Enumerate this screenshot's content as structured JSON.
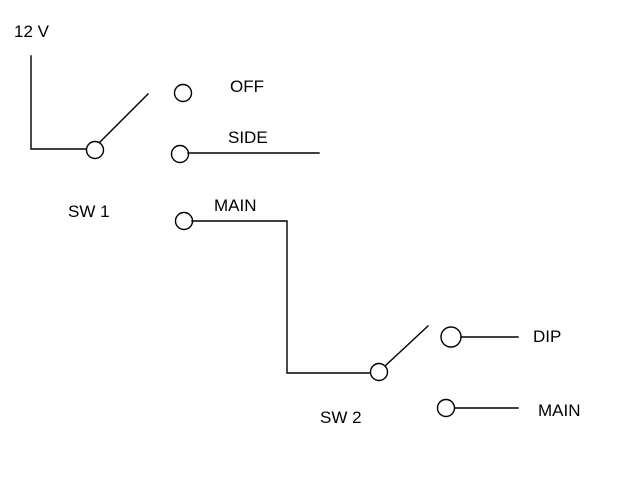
{
  "supply_label": "12 V",
  "switch_1": {
    "name": "SW 1",
    "positions": {
      "off": "OFF",
      "side": "SIDE",
      "main": "MAIN"
    }
  },
  "switch_2": {
    "name": "SW 2",
    "positions": {
      "dip": "DIP",
      "main": "MAIN"
    }
  }
}
